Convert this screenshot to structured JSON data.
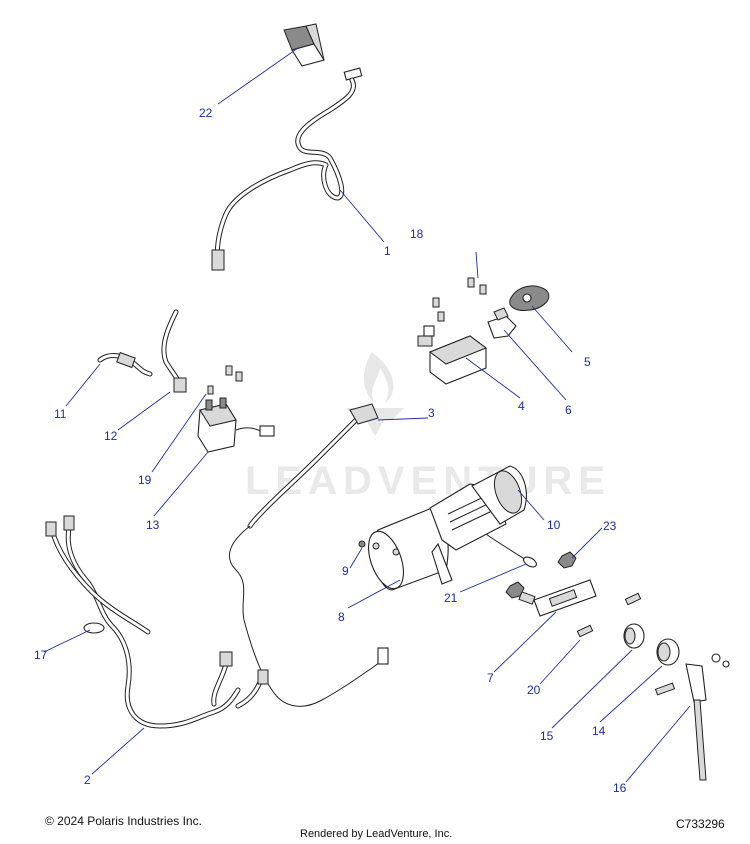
{
  "callouts": [
    {
      "id": "c1",
      "label": "1"
    },
    {
      "id": "c2",
      "label": "2"
    },
    {
      "id": "c3",
      "label": "3"
    },
    {
      "id": "c4",
      "label": "4"
    },
    {
      "id": "c5",
      "label": "5"
    },
    {
      "id": "c6",
      "label": "6"
    },
    {
      "id": "c7",
      "label": "7"
    },
    {
      "id": "c8",
      "label": "8"
    },
    {
      "id": "c9",
      "label": "9"
    },
    {
      "id": "c10",
      "label": "10"
    },
    {
      "id": "c11",
      "label": "11"
    },
    {
      "id": "c12",
      "label": "12"
    },
    {
      "id": "c13",
      "label": "13"
    },
    {
      "id": "c14",
      "label": "14"
    },
    {
      "id": "c15",
      "label": "15"
    },
    {
      "id": "c16",
      "label": "16"
    },
    {
      "id": "c17",
      "label": "17"
    },
    {
      "id": "c18",
      "label": "18"
    },
    {
      "id": "c19",
      "label": "19"
    },
    {
      "id": "c20",
      "label": "20"
    },
    {
      "id": "c21",
      "label": "21"
    },
    {
      "id": "c22",
      "label": "22"
    },
    {
      "id": "c23",
      "label": "23"
    }
  ],
  "watermark": {
    "text": "LEADVENTURE"
  },
  "footer": {
    "copyright": "© 2024 Polaris Industries Inc.",
    "rendered_by": "Rendered by LeadVenture, Inc.",
    "drawing_number": "C733296"
  },
  "colors": {
    "callout": "#1a2fa8",
    "line_art": "#222222",
    "watermark": "#e7e7e7"
  }
}
